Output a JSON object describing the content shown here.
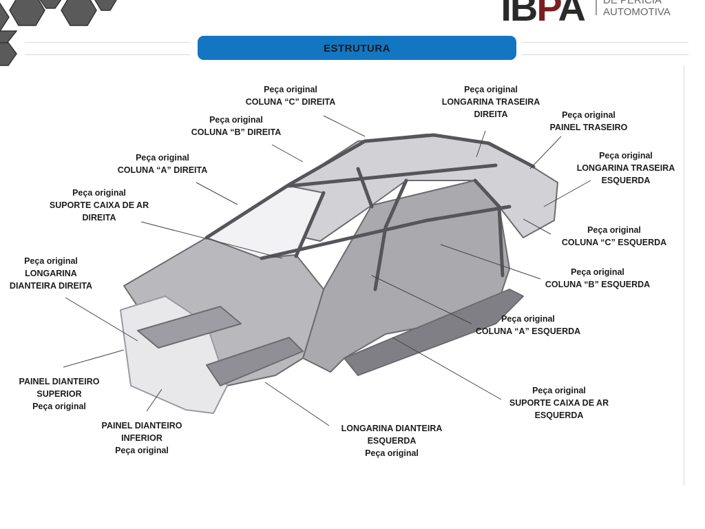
{
  "logo": {
    "text_main": "IB",
    "text_accent": "P",
    "text_end": "A",
    "subtitle_line1": "DE PERÍCIA",
    "subtitle_line2": "AUTOMOTIVA"
  },
  "header": {
    "title": "ESTRUTURA"
  },
  "colors": {
    "banner": "#1276c2",
    "logo_accent": "#7a1e22",
    "hex": "#5a5a5a"
  },
  "labels": [
    {
      "lines": [
        "Peça original",
        "COLUNA “C” DIREITA"
      ]
    },
    {
      "lines": [
        "Peça original",
        "LONGARINA TRASEIRA",
        "DIREITA"
      ]
    },
    {
      "lines": [
        "Peça original",
        "PAINEL TRASEIRO"
      ]
    },
    {
      "lines": [
        "Peça original",
        "COLUNA “B” DIREITA"
      ]
    },
    {
      "lines": [
        "Peça original",
        "LONGARINA TRASEIRA",
        "ESQUERDA"
      ]
    },
    {
      "lines": [
        "Peça original",
        "COLUNA “A” DIREITA"
      ]
    },
    {
      "lines": [
        "Peça original",
        "SUPORTE CAIXA DE AR",
        "DIREITA"
      ]
    },
    {
      "lines": [
        "Peça original",
        "COLUNA “C” ESQUERDA"
      ]
    },
    {
      "lines": [
        "Peça original",
        "LONGARINA",
        "DIANTEIRA DIREITA"
      ]
    },
    {
      "lines": [
        "Peça original",
        "COLUNA “B” ESQUERDA"
      ]
    },
    {
      "lines": [
        "Peça original",
        "COLUNA “A” ESQUERDA"
      ]
    },
    {
      "lines": [
        "PAINEL DIANTEIRO",
        "SUPERIOR",
        "Peça original"
      ]
    },
    {
      "lines": [
        "Peça original",
        "SUPORTE CAIXA DE AR",
        "ESQUERDA"
      ]
    },
    {
      "lines": [
        "PAINEL DIANTEIRO",
        "INFERIOR",
        "Peça original"
      ]
    },
    {
      "lines": [
        "LONGARINA DIANTEIRA",
        "ESQUERDA",
        "Peça original"
      ]
    }
  ]
}
